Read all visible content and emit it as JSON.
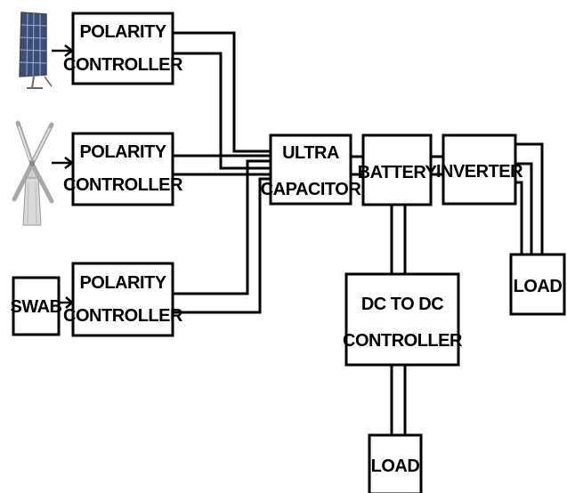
{
  "blocks": {
    "polarity_1": {
      "line1": "POLARITY",
      "line2": "CONTROLLER"
    },
    "polarity_2": {
      "line1": "POLARITY",
      "line2": "CONTROLLER"
    },
    "polarity_3": {
      "line1": "POLARITY",
      "line2": "CONTROLLER"
    },
    "swab": "SWAB",
    "ultracap": {
      "line1": "ULTRA",
      "line2": "CAPACITOR"
    },
    "battery": "BATTERY",
    "inverter": "INVERTER",
    "dcdc": {
      "line1": "DC TO DC",
      "line2": "CONTROLLER"
    },
    "load_right": "LOAD",
    "load_bottom": "LOAD"
  },
  "sources": {
    "solar_panel": "solar-panel-icon",
    "windmill": "windmill-icon"
  }
}
